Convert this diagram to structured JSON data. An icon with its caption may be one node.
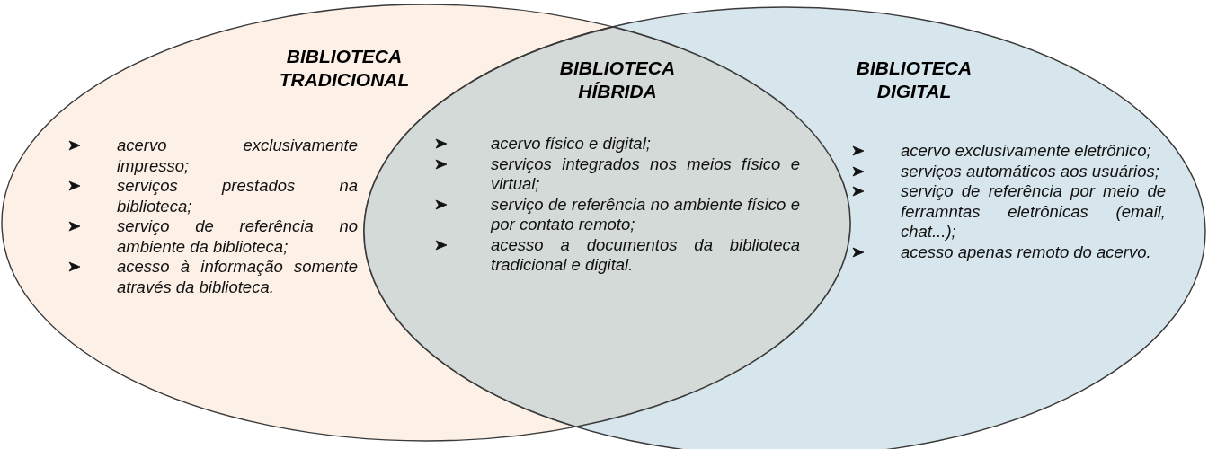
{
  "diagram": {
    "nodes": [
      {
        "text": [
          "BIBLIOTECA TRADICIONAL",
          "acervo exclusivamente impresso;",
          "serviços prestados na biblioteca;",
          "serviço de referência no ambiente da biblioteca;",
          "acesso à informação somente através da biblioteca."
        ]
      },
      {
        "text": [
          "BIBLIOTECA HÍBRIDA",
          "acervo físico e digital;",
          "serviços integrados nos meios físico e virtual;",
          "serviço de referência no ambiente físico e por contato remoto;",
          "acesso a documentos da biblioteca tradicional e digital."
        ]
      },
      {
        "text": [
          "BIBLIOTECA DIGITAL",
          "acervo exclusivamente eletrônico;",
          "serviços automáticos aos usuários;",
          "serviço de referência por meio de ferramntas eletrônicas (email, chat...);",
          "acesso apenas remoto do acervo."
        ]
      }
    ],
    "edges": []
  }
}
